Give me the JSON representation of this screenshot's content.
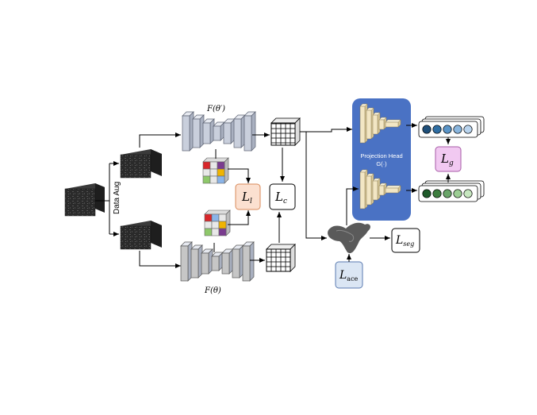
{
  "labels": {
    "data_aug": "Data Aug",
    "f_theta_prime": "F(θ′)",
    "f_theta": "F(θ)",
    "proj_head_title": "Projection Head",
    "proj_head_sub": "G(·)"
  },
  "losses": {
    "l_l": {
      "main": "L",
      "sub": "l"
    },
    "l_c": {
      "main": "L",
      "sub": "c"
    },
    "l_g": {
      "main": "L",
      "sub": "g"
    },
    "l_seg": {
      "main": "L",
      "sub": "seg"
    },
    "l_ace": {
      "main": "L",
      "sub": "ace"
    }
  },
  "colors": {
    "encoder_fill": "#c9cfdc",
    "encoder_stroke": "#5a6070",
    "decoder_fill": "#c6c6c6",
    "proj_bg": "#4a72c4",
    "proj_block": "#f2e6c4",
    "l_l_fill": "#fbe0d0",
    "l_g_fill": "#f1c9f1",
    "l_ace_fill": "#dbe6f4",
    "top_vec": [
      "#1f4f7a",
      "#2f6ea3",
      "#5b95c8",
      "#8ab6de",
      "#b9d4ee"
    ],
    "bot_vec": [
      "#1f5a2a",
      "#3d7d3f",
      "#6aa56a",
      "#9ccd94",
      "#c6e6bf"
    ],
    "cube_red": "#d8262a",
    "cube_green": "#8ec86a",
    "cube_yellow": "#f0b400",
    "cube_purple": "#7a3b8f",
    "cube_blue": "#8ab4e8"
  }
}
